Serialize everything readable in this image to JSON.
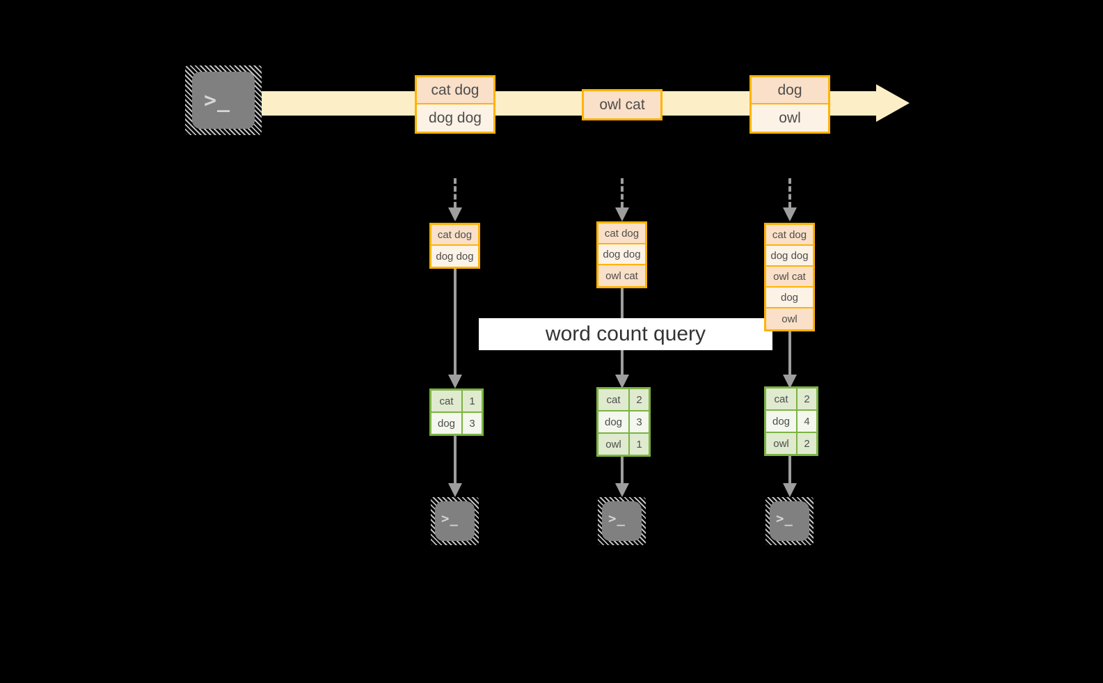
{
  "diagram": {
    "source": {
      "icon": "terminal-icon",
      "glyph": ">_"
    },
    "stream": {
      "label": "event-stream-arrow",
      "records": [
        {
          "lines": [
            "cat dog",
            "dog dog"
          ]
        },
        {
          "lines": [
            "owl cat"
          ]
        },
        {
          "lines": [
            "dog",
            "owl"
          ]
        }
      ]
    },
    "query_banner": {
      "label": "word count query"
    },
    "columns": [
      {
        "name": "snapshot-1",
        "input_records": [
          "cat dog",
          "dog dog"
        ],
        "results": [
          {
            "word": "cat",
            "count": "1"
          },
          {
            "word": "dog",
            "count": "3"
          }
        ],
        "sink": {
          "icon": "terminal-icon",
          "glyph": ">_"
        }
      },
      {
        "name": "snapshot-2",
        "input_records": [
          "cat dog",
          "dog dog",
          "owl cat"
        ],
        "results": [
          {
            "word": "cat",
            "count": "2"
          },
          {
            "word": "dog",
            "count": "3"
          },
          {
            "word": "owl",
            "count": "1"
          }
        ],
        "sink": {
          "icon": "terminal-icon",
          "glyph": ">_"
        }
      },
      {
        "name": "snapshot-3",
        "input_records": [
          "cat dog",
          "dog dog",
          "owl cat",
          "dog",
          "owl"
        ],
        "results": [
          {
            "word": "cat",
            "count": "2"
          },
          {
            "word": "dog",
            "count": "4"
          },
          {
            "word": "owl",
            "count": "2"
          }
        ],
        "sink": {
          "icon": "terminal-icon",
          "glyph": ">_"
        }
      }
    ],
    "colors": {
      "record_border": "#ffb300",
      "record_fill_light": "#fdf2e6",
      "record_fill_dark": "#fae0c8",
      "stream_fill": "#fcefc7",
      "result_border": "#7cb342",
      "result_fill_light": "#f3f7ee",
      "result_fill_dark": "#dfeacf",
      "connector": "#9e9e9e",
      "terminal_fill": "#808080",
      "banner_fill": "#ffffff",
      "background": "#000000"
    }
  }
}
